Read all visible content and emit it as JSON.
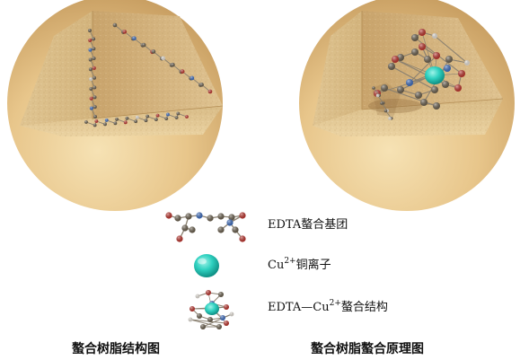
{
  "figures": {
    "left_caption": "螯合树脂结构图",
    "right_caption": "螯合树脂螯合原理图"
  },
  "legend": {
    "edta_group": "EDTA螯合基团",
    "cu_ion": {
      "prefix": "Cu",
      "charge": "2+",
      "suffix": "铜离子"
    },
    "complex": {
      "prefix": "EDTA—Cu",
      "charge": "2+",
      "suffix": "螯合结构"
    }
  },
  "colors": {
    "resin": "#e9c98c",
    "resin_shadow": "#c9a36a",
    "cut_face": "#dcc08a",
    "atom_carbon": "#6d6250",
    "atom_oxygen": "#c0352e",
    "atom_nitrogen": "#3f6fc2",
    "atom_hydrogen": "#e9e4dc",
    "cu": "#20c4b4"
  }
}
